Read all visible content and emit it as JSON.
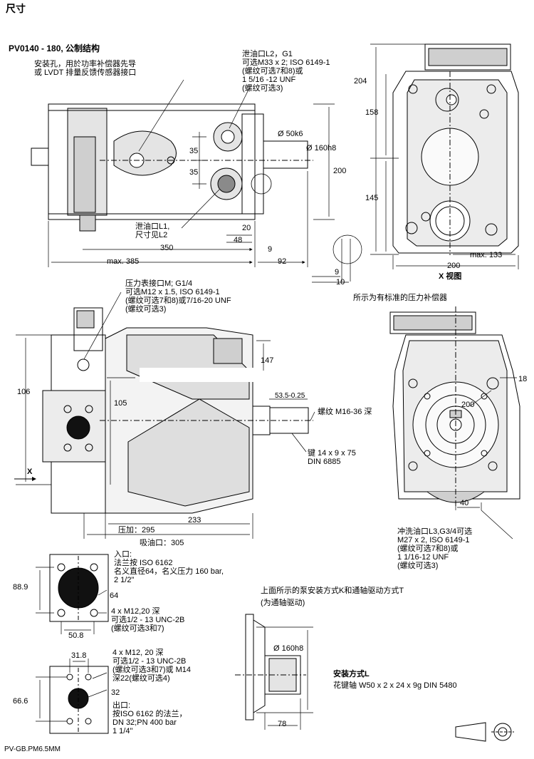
{
  "page_title": "尺寸",
  "section_title": "PV0140 - 180, 公制结构",
  "notes": {
    "mount_hole": [
      "安装孔，用於功率补偿器先导",
      "或 LVDT 排量反馈传感器接口"
    ],
    "drain_l2": [
      "泄油口L2，G1",
      "可选M33 x 2; ISO 6149-1",
      "(螺纹可选7和8)或",
      "1 5/16 -12 UNF",
      "(螺纹可选3)"
    ],
    "drain_l1": [
      "泄油口L1,",
      "尺寸见L2"
    ],
    "x_view": "X 视图",
    "gauge_m": [
      "压力表接口M; G1/4",
      "可选M12 x 1.5, ISO 6149-1",
      "(螺纹可选7和8)或7/16-20 UNF",
      "(螺纹可选3)"
    ],
    "std_comp": "所示为有标准的压力补偿器",
    "thread": "螺纹 M16-36 深",
    "key": [
      "键 14 x 9 x 75",
      "DIN 6885"
    ],
    "flush": [
      "冲洗油口L3,G3/4可选",
      "M27 x 2, ISO 6149-1",
      "(螺纹可选7和8)或",
      "1  1/16-12 UNF",
      "(螺纹可选3)"
    ],
    "pressure_len": "压加：295",
    "suction_len": "吸油口：305",
    "inlet": [
      "入口:",
      "法兰按 ISO 6162",
      "名义直径64，名义压力 160 bar,",
      "2 1/2\""
    ],
    "inlet_bolts": [
      "4 x M12,20 深",
      "可选1/2 - 13 UNC-2B",
      "(螺纹可选3和7)"
    ],
    "outlet_bolts": [
      "4 x M12, 20 深",
      "可选1/2 - 13 UNC-2B",
      "(螺纹可选3和7)或 M14",
      "深22(螺纹可选4)"
    ],
    "outlet": [
      "出口:",
      "按ISO 6162 的法兰，",
      "DN 32;PN 400 bar",
      "1 1/4\""
    ],
    "mount_k_title": "上面所示的泵安装方式K和通轴驱动方式T",
    "mount_k_sub": "(为通轴驱动)",
    "mount_l_title": "安装方式L",
    "mount_l_spline": "花键轴 W50 x 2 x 24 x 9g DIN 5480",
    "footer": "PV-GB.PM6.5MM"
  },
  "dimensions": {
    "d385": "max. 385",
    "d350": "350",
    "d9a": "9",
    "d92": "92",
    "d20": "20",
    "d48": "48",
    "d35a": "35",
    "d35b": "35",
    "d50": "Ø 50k6",
    "d160": "Ø 160h8",
    "d200v": "200",
    "d9b": "9",
    "d10": "10",
    "d204": "204",
    "d158": "158",
    "d145": "145",
    "d200h": "200",
    "dmax133": "max. 133",
    "d106": "106",
    "d105": "105",
    "d147": "147",
    "d53": "53.5-0.25",
    "d233": "233",
    "d18": "18",
    "d200r": "200",
    "d40": "40",
    "d88": "88.9",
    "d64": "64",
    "d508": "50.8",
    "d318": "31.8",
    "d666": "66.6",
    "d32": "32",
    "d160b": "Ø 160h8",
    "d78": "78"
  },
  "x_marker": "X"
}
